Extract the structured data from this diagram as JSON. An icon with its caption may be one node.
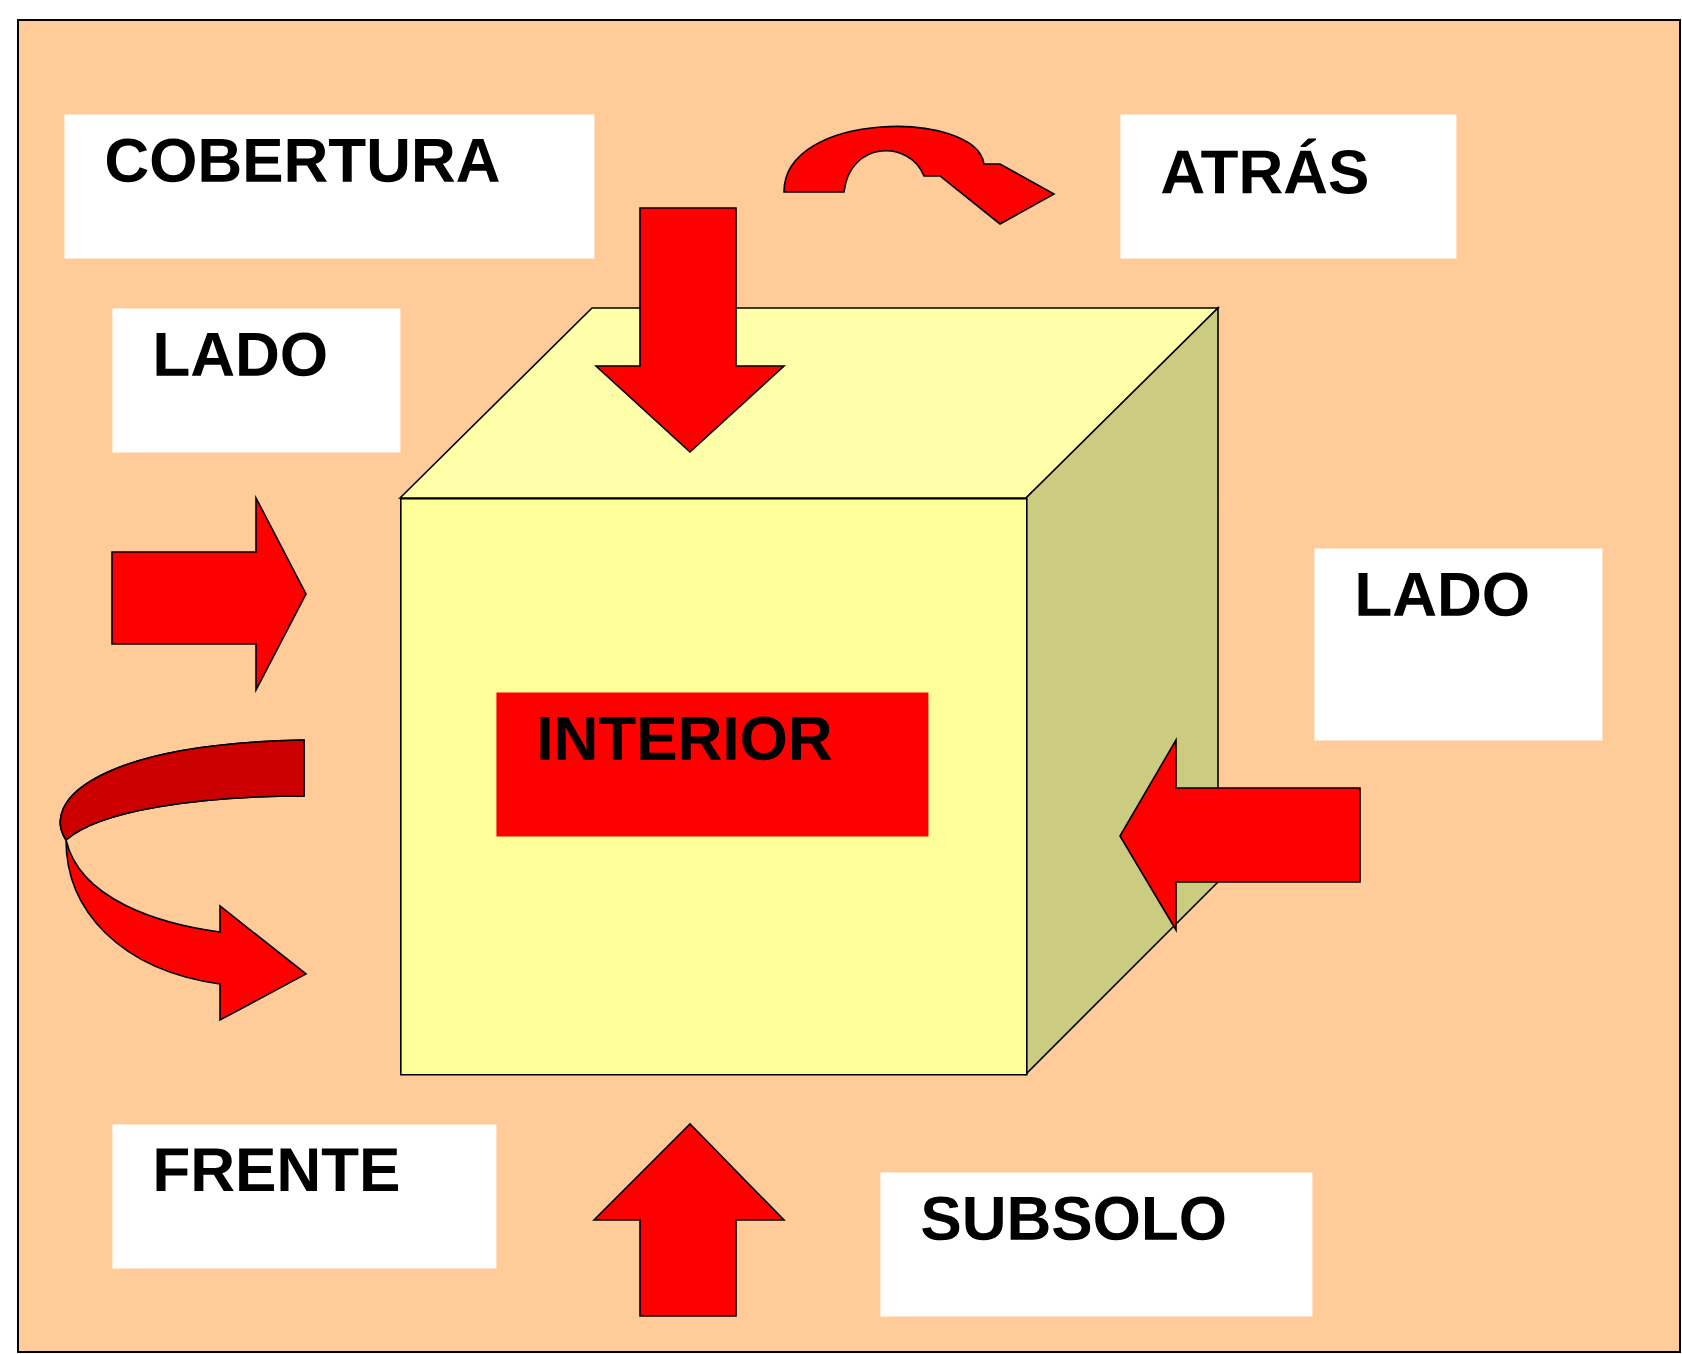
{
  "diagram": {
    "nodes": [
      {
        "text": [
          "COBERTURA"
        ]
      },
      {
        "text": [
          "ATRÁS"
        ]
      },
      {
        "text": [
          "LADO"
        ]
      },
      {
        "text": [],
        "shape": "cube"
      },
      {
        "text": [
          "INTERIOR"
        ],
        "in": 3
      },
      {
        "text": [
          "LADO"
        ]
      },
      {
        "text": [
          "FRENTE"
        ]
      },
      {
        "text": [
          "SUBSOLO"
        ]
      }
    ]
  }
}
